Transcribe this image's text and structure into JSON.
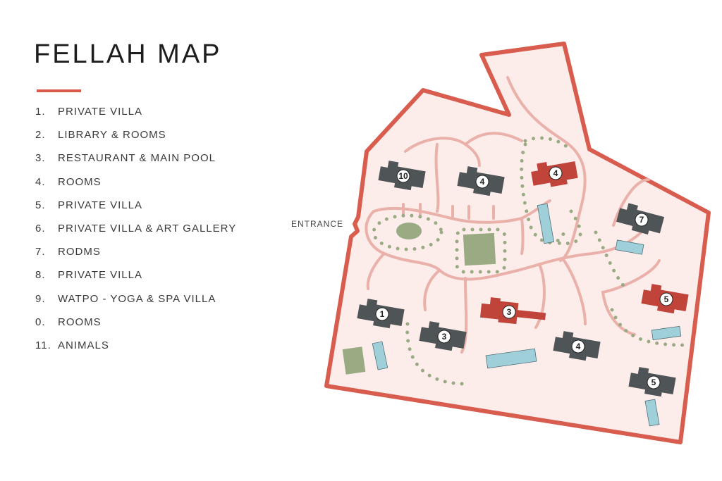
{
  "title": "FELLAH MAP",
  "legend": [
    {
      "num": "1.",
      "label": "PRIVATE VILLA"
    },
    {
      "num": "2.",
      "label": "LIBRARY & ROOMS"
    },
    {
      "num": "3.",
      "label": "RESTAURANT & MAIN POOL"
    },
    {
      "num": "4.",
      "label": "ROOMS"
    },
    {
      "num": "5.",
      "label": "PRIVATE VILLA"
    },
    {
      "num": "6.",
      "label": "PRIVATE VILLA & ART GALLERY"
    },
    {
      "num": "7.",
      "label": "RODMS"
    },
    {
      "num": "8.",
      "label": "PRIVATE VILLA"
    },
    {
      "num": "9.",
      "label": "WATPO - YOGA & SPA VILLA"
    },
    {
      "num": "0.",
      "label": "ROOMS"
    },
    {
      "num": "11.",
      "label": "ANIMALS"
    }
  ],
  "map": {
    "entrance_label": "ENTRANCE",
    "buildings": [
      "10",
      "4",
      "4",
      "7",
      "5",
      "5",
      "1",
      "3",
      "3",
      "4"
    ],
    "colors": {
      "border": "#d95d4f",
      "fill": "#fcecea",
      "path": "#eab1aa",
      "building": "#4f5456",
      "highlight": "#c1443b",
      "pool": "#9fd0da",
      "green": "#9aab84"
    }
  }
}
